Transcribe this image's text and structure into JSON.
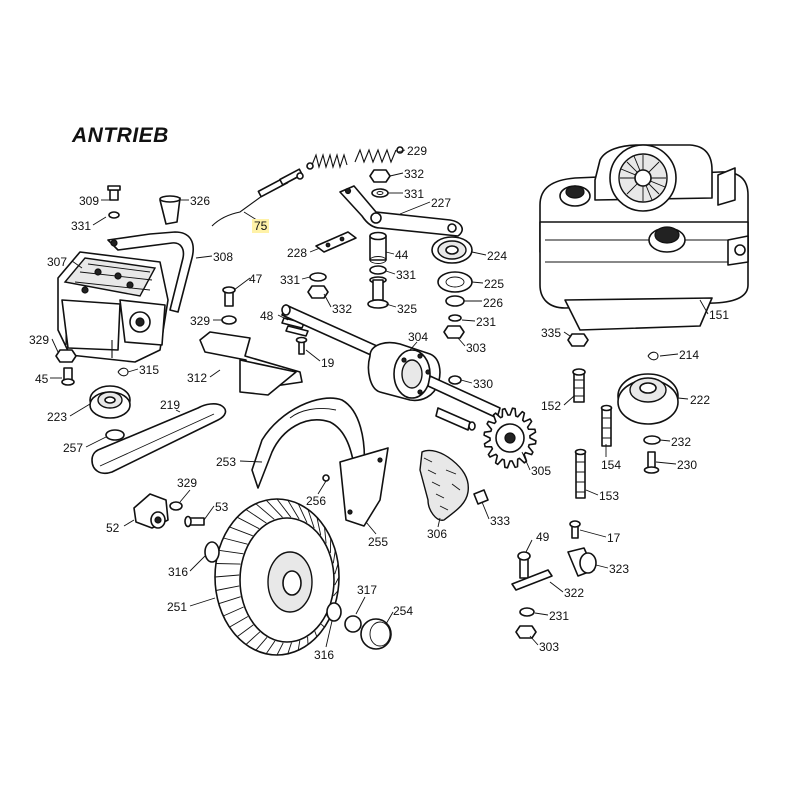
{
  "title": "ANTRIEB",
  "labels": [
    {
      "id": "309",
      "text": "309"
    },
    {
      "id": "331a",
      "text": "331"
    },
    {
      "id": "326",
      "text": "326"
    },
    {
      "id": "75",
      "text": "75",
      "highlight": true
    },
    {
      "id": "229",
      "text": "229"
    },
    {
      "id": "332a",
      "text": "332"
    },
    {
      "id": "331b",
      "text": "331"
    },
    {
      "id": "227",
      "text": "227"
    },
    {
      "id": "307",
      "text": "307"
    },
    {
      "id": "308",
      "text": "308"
    },
    {
      "id": "228",
      "text": "228"
    },
    {
      "id": "44",
      "text": "44"
    },
    {
      "id": "224",
      "text": "224"
    },
    {
      "id": "47",
      "text": "47"
    },
    {
      "id": "331c",
      "text": "331"
    },
    {
      "id": "331d",
      "text": "331"
    },
    {
      "id": "225",
      "text": "225"
    },
    {
      "id": "332b",
      "text": "332"
    },
    {
      "id": "325",
      "text": "325"
    },
    {
      "id": "226",
      "text": "226"
    },
    {
      "id": "151",
      "text": "151"
    },
    {
      "id": "48",
      "text": "48"
    },
    {
      "id": "329a",
      "text": "329"
    },
    {
      "id": "231a",
      "text": "231"
    },
    {
      "id": "304",
      "text": "304"
    },
    {
      "id": "335",
      "text": "335"
    },
    {
      "id": "329b",
      "text": "329"
    },
    {
      "id": "303a",
      "text": "303"
    },
    {
      "id": "19",
      "text": "19"
    },
    {
      "id": "214",
      "text": "214"
    },
    {
      "id": "312",
      "text": "312"
    },
    {
      "id": "315",
      "text": "315"
    },
    {
      "id": "45",
      "text": "45"
    },
    {
      "id": "330",
      "text": "330"
    },
    {
      "id": "152",
      "text": "152"
    },
    {
      "id": "222",
      "text": "222"
    },
    {
      "id": "219",
      "text": "219"
    },
    {
      "id": "223",
      "text": "223"
    },
    {
      "id": "232",
      "text": "232"
    },
    {
      "id": "257",
      "text": "257"
    },
    {
      "id": "253",
      "text": "253"
    },
    {
      "id": "305",
      "text": "305"
    },
    {
      "id": "154",
      "text": "154"
    },
    {
      "id": "230",
      "text": "230"
    },
    {
      "id": "329c",
      "text": "329"
    },
    {
      "id": "256",
      "text": "256"
    },
    {
      "id": "153",
      "text": "153"
    },
    {
      "id": "53",
      "text": "53"
    },
    {
      "id": "333",
      "text": "333"
    },
    {
      "id": "52",
      "text": "52"
    },
    {
      "id": "306",
      "text": "306"
    },
    {
      "id": "255",
      "text": "255"
    },
    {
      "id": "17",
      "text": "17"
    },
    {
      "id": "49",
      "text": "49"
    },
    {
      "id": "316a",
      "text": "316"
    },
    {
      "id": "323",
      "text": "323"
    },
    {
      "id": "322",
      "text": "322"
    },
    {
      "id": "317",
      "text": "317"
    },
    {
      "id": "254",
      "text": "254"
    },
    {
      "id": "251",
      "text": "251"
    },
    {
      "id": "231b",
      "text": "231"
    },
    {
      "id": "316b",
      "text": "316"
    },
    {
      "id": "303b",
      "text": "303"
    }
  ]
}
